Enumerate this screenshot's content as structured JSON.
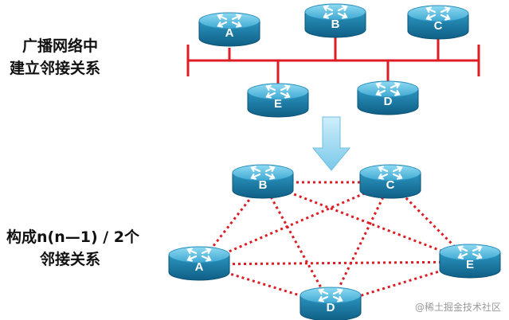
{
  "captions": {
    "top": [
      "广播网络中",
      "建立邻接关系"
    ],
    "bottom": [
      "构成n(n—1) / 2个",
      "邻接关系"
    ]
  },
  "watermark": "@稀土掘金技术社区",
  "colors": {
    "bus": "#dd1c24",
    "mesh_link": "#dd1c24",
    "router_body": "#1a7fa8",
    "router_top": "#5cc1e4",
    "arrow": "#9ed6ef"
  },
  "broadcast": {
    "routers": [
      {
        "id": "bA",
        "label": "A",
        "side": "top"
      },
      {
        "id": "bB",
        "label": "B",
        "side": "top"
      },
      {
        "id": "bC",
        "label": "C",
        "side": "top"
      },
      {
        "id": "bE",
        "label": "E",
        "side": "bottom"
      },
      {
        "id": "bD",
        "label": "D",
        "side": "bottom"
      }
    ]
  },
  "mesh": {
    "routers": [
      {
        "id": "mB",
        "label": "B"
      },
      {
        "id": "mC",
        "label": "C"
      },
      {
        "id": "mA",
        "label": "A"
      },
      {
        "id": "mE",
        "label": "E"
      },
      {
        "id": "mD",
        "label": "D"
      }
    ],
    "links": [
      [
        "B",
        "C"
      ],
      [
        "B",
        "A"
      ],
      [
        "B",
        "E"
      ],
      [
        "B",
        "D"
      ],
      [
        "C",
        "A"
      ],
      [
        "C",
        "E"
      ],
      [
        "C",
        "D"
      ],
      [
        "A",
        "E"
      ],
      [
        "A",
        "D"
      ],
      [
        "E",
        "D"
      ]
    ]
  }
}
